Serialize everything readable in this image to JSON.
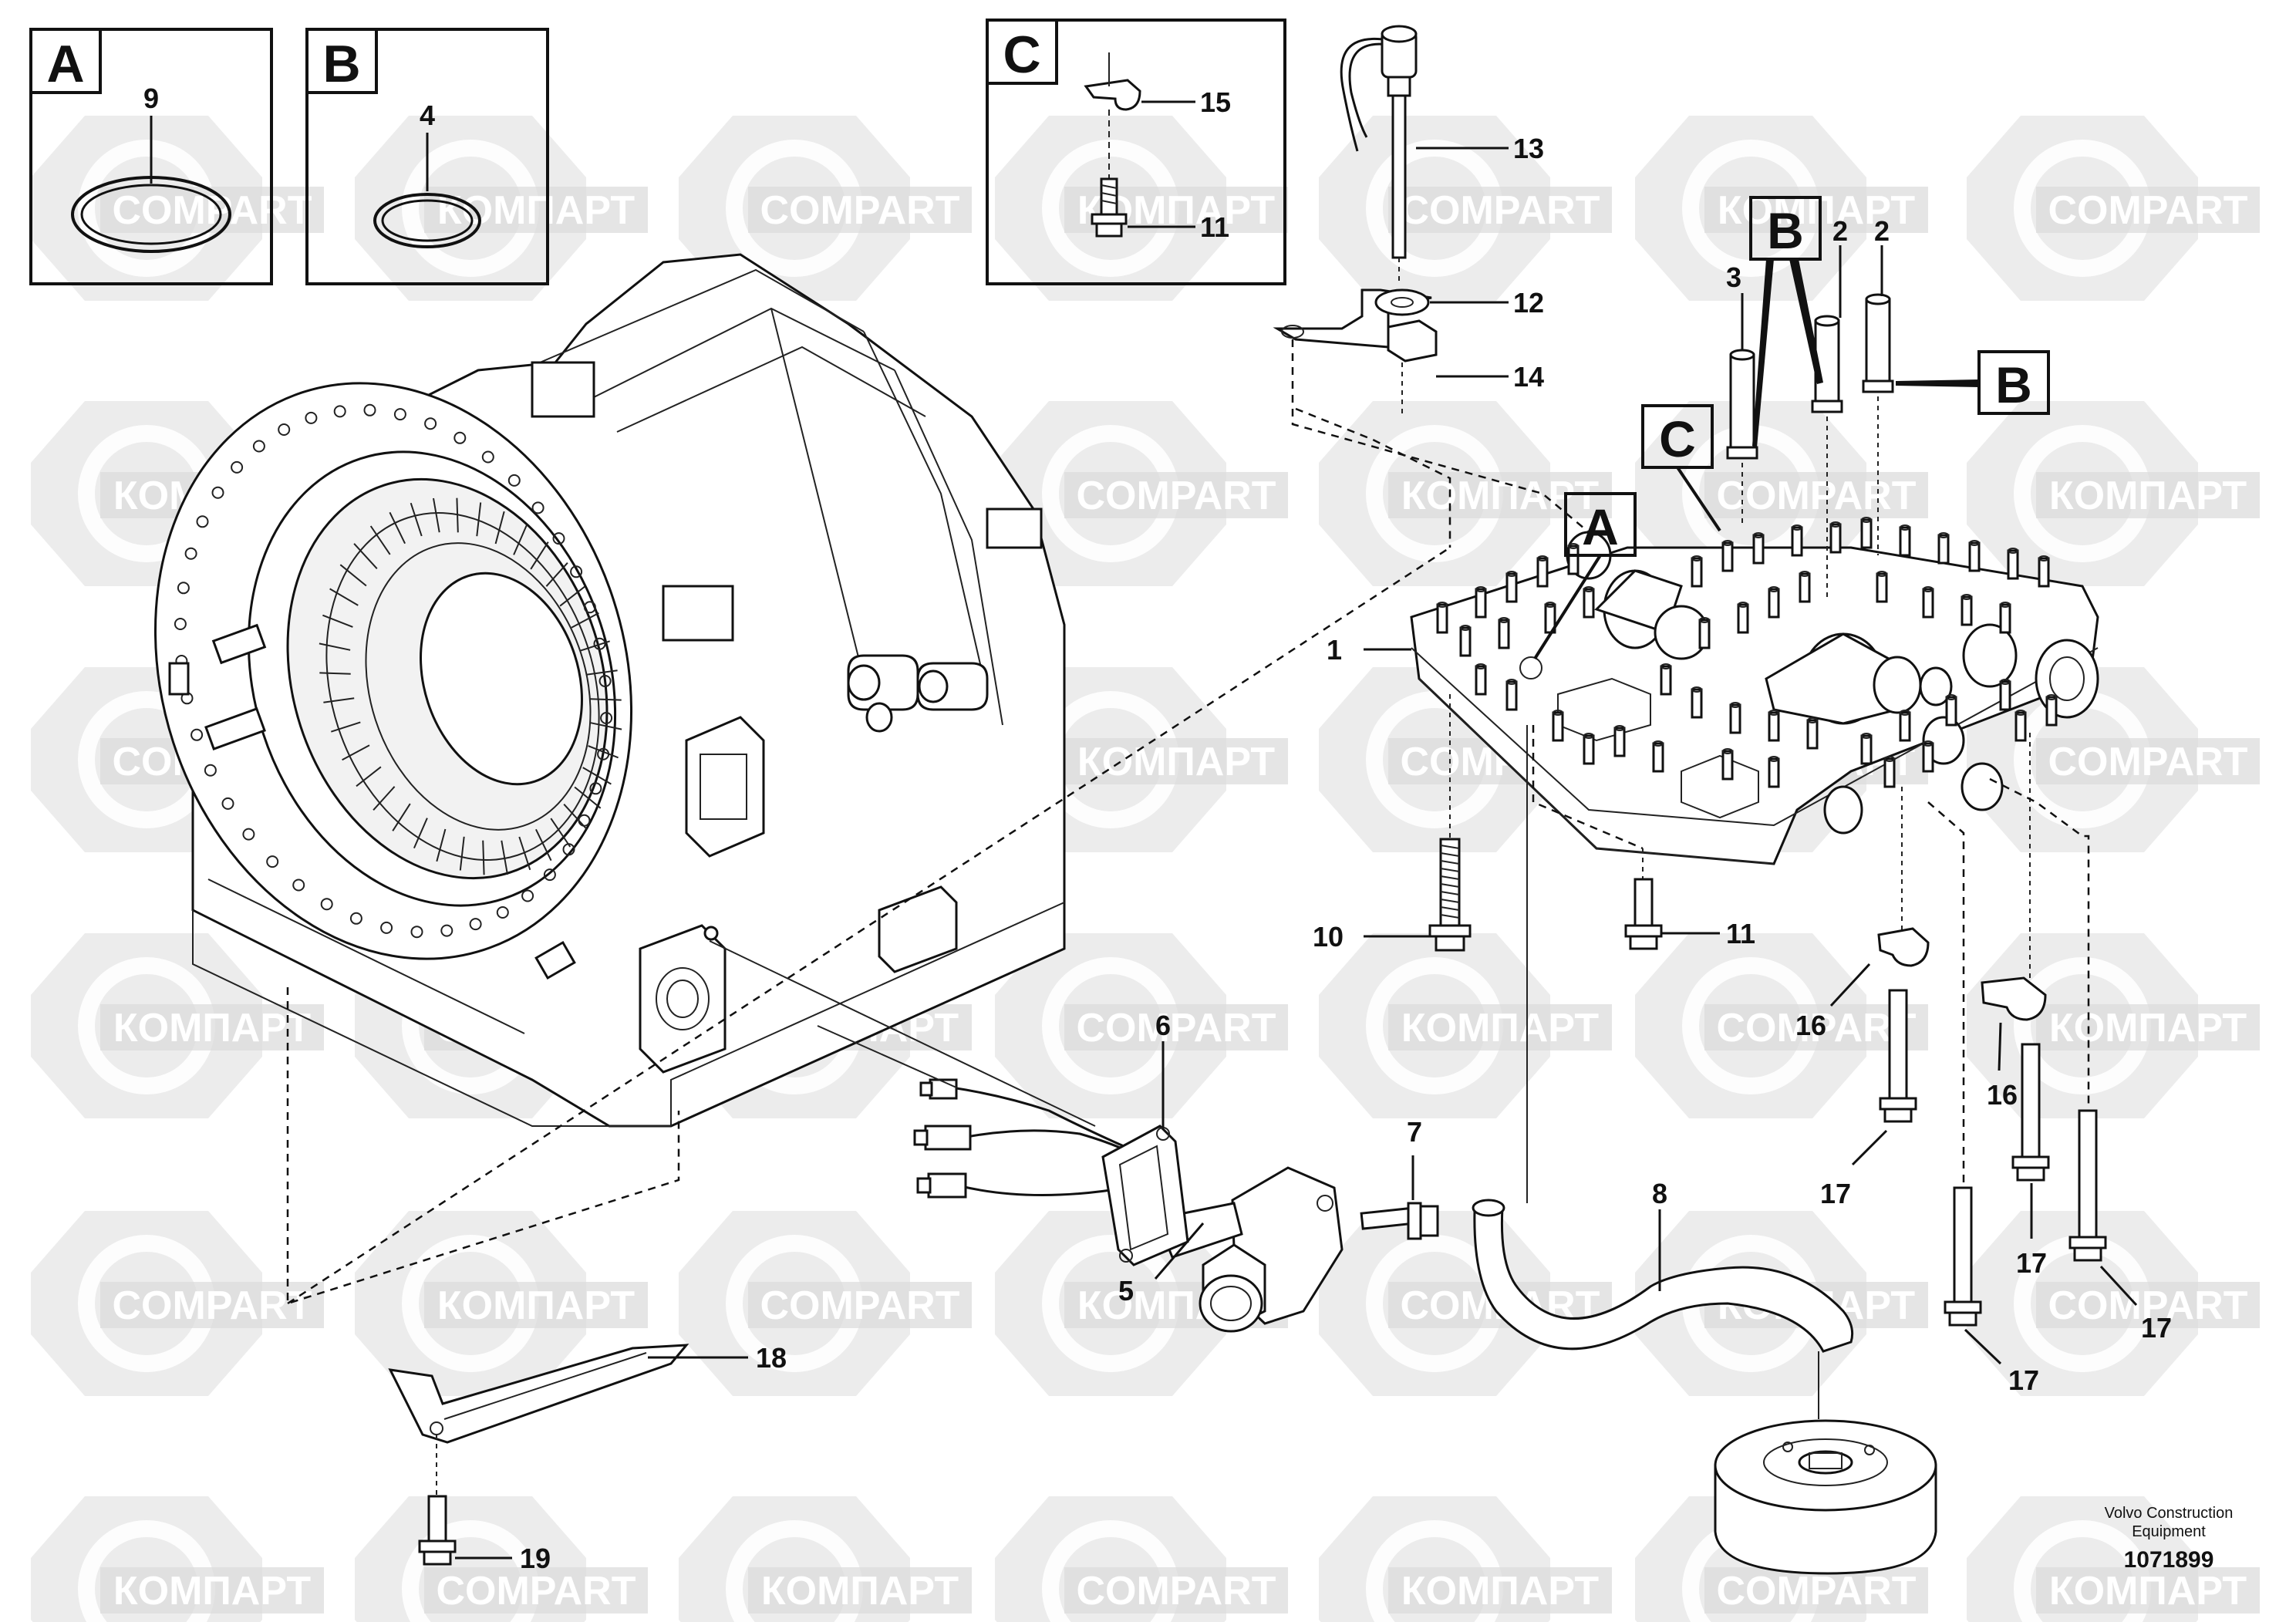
{
  "watermark": {
    "text_latin": "COMPART",
    "text_cyrillic": "КОМПАРТ",
    "color": "#dcdcdc"
  },
  "detail_boxes": [
    {
      "letter": "A",
      "parts": [
        "9"
      ]
    },
    {
      "letter": "B",
      "parts": [
        "4"
      ]
    },
    {
      "letter": "C",
      "parts": [
        "15",
        "11"
      ]
    }
  ],
  "callouts": {
    "b_upper": "B",
    "b_right": "B",
    "c": "C",
    "a": "A"
  },
  "part_numbers": {
    "p1": "1",
    "p2a": "2",
    "p2b": "2",
    "p3": "3",
    "p5": "5",
    "p6": "6",
    "p7": "7",
    "p8": "8",
    "p10": "10",
    "p11": "11",
    "p12": "12",
    "p13": "13",
    "p14": "14",
    "p16a": "16",
    "p16b": "16",
    "p17a": "17",
    "p17b": "17",
    "p17c": "17",
    "p17d": "17",
    "p18": "18",
    "p19": "19"
  },
  "footer": {
    "company_line1": "Volvo Construction",
    "company_line2": "Equipment",
    "drawing_number": "1071899"
  },
  "icons": [
    "transmission-housing",
    "control-valve-block",
    "temperature-sensor",
    "speed-sensor",
    "oil-filter",
    "suction-pipe"
  ]
}
